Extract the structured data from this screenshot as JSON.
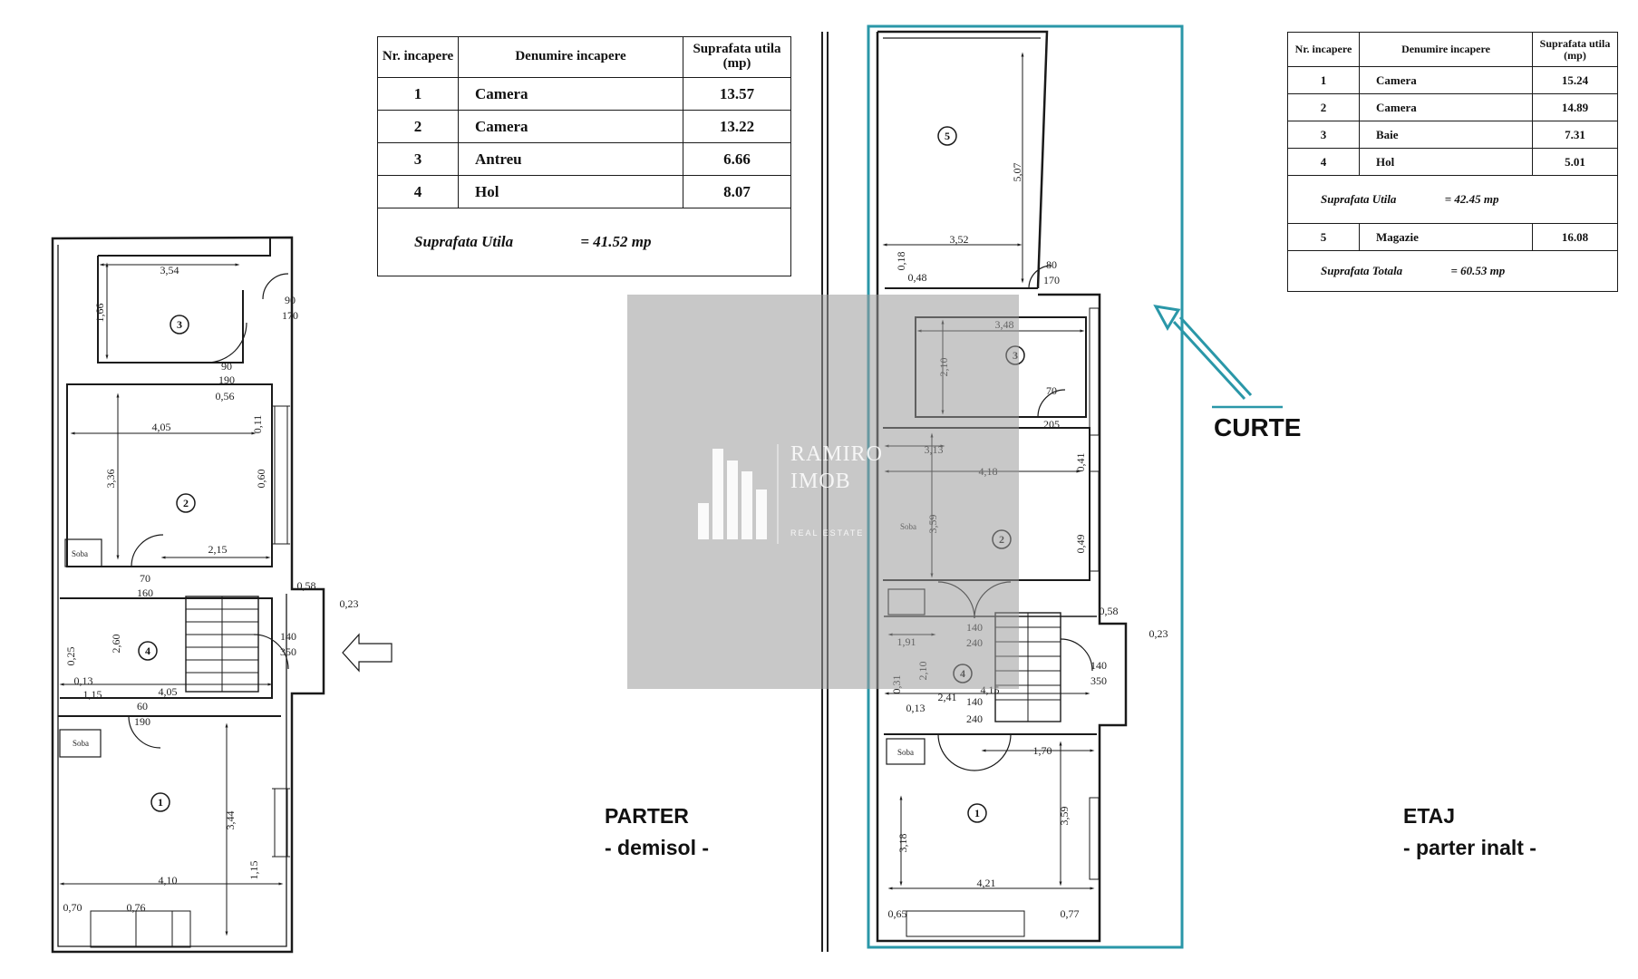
{
  "table_parter": {
    "headers": [
      "Nr. incapere",
      "Denumire incapere",
      "Suprafata utila (mp)"
    ],
    "rows": [
      [
        "1",
        "Camera",
        "13.57"
      ],
      [
        "2",
        "Camera",
        "13.22"
      ],
      [
        "3",
        "Antreu",
        "6.66"
      ],
      [
        "4",
        "Hol",
        "8.07"
      ]
    ],
    "summary_label": "Suprafata Utila",
    "summary_value": "= 41.52 mp"
  },
  "table_etaj": {
    "headers": [
      "Nr. incapere",
      "Denumire incapere",
      "Suprafata utila (mp)"
    ],
    "rows": [
      [
        "1",
        "Camera",
        "15.24"
      ],
      [
        "2",
        "Camera",
        "14.89"
      ],
      [
        "3",
        "Baie",
        "7.31"
      ],
      [
        "4",
        "Hol",
        "5.01"
      ]
    ],
    "summary_label": "Suprafata Utila",
    "summary_value": "= 42.45 mp",
    "extra_row": [
      "5",
      "Magazie",
      "16.08"
    ],
    "total_label": "Suprafata Totala",
    "total_value": "= 60.53 mp"
  },
  "labels": {
    "parter_title": "PARTER",
    "parter_sub": "- demisol -",
    "etaj_title": "ETAJ",
    "etaj_sub": "- parter inalt -",
    "curte": "CURTE"
  },
  "watermark": {
    "line1": "RAMIRO",
    "line2": "IMOB",
    "line3": "REAL ESTATE"
  },
  "plan_parter": {
    "rooms": [
      "1",
      "2",
      "3",
      "4"
    ],
    "dimensions": [
      "3,54",
      "1,66",
      "90",
      "170",
      "90",
      "190",
      "0,56",
      "4,05",
      "0,11",
      "3,36",
      "0,60",
      "2,15",
      "Soba",
      "70",
      "160",
      "0,58",
      "0,23",
      "140",
      "350",
      "2,60",
      "0,25",
      "0,13",
      "1,15",
      "4,05",
      "60",
      "190",
      "Soba",
      "3,44",
      "4,10",
      "1,15",
      "0,70",
      "0,76"
    ]
  },
  "plan_etaj": {
    "rooms": [
      "1",
      "2",
      "3",
      "4",
      "5"
    ],
    "dimensions": [
      "5,07",
      "3,52",
      "0,18",
      "0,48",
      "80",
      "170",
      "3,48",
      "2,10",
      "70",
      "205",
      "3,13",
      "4,18",
      "0,41",
      "3,59",
      "0,49",
      "Soba",
      "140",
      "240",
      "0,58",
      "0,23",
      "1,91",
      "2,10",
      "0,31",
      "2,41",
      "4,15",
      "0,13",
      "140",
      "350",
      "140",
      "240",
      "Soba",
      "1,70",
      "3,18",
      "3,59",
      "4,21",
      "0,65",
      "0,77"
    ]
  },
  "colors": {
    "highlight": "#2a97a8",
    "watermark_box": "#9b9b9b"
  }
}
